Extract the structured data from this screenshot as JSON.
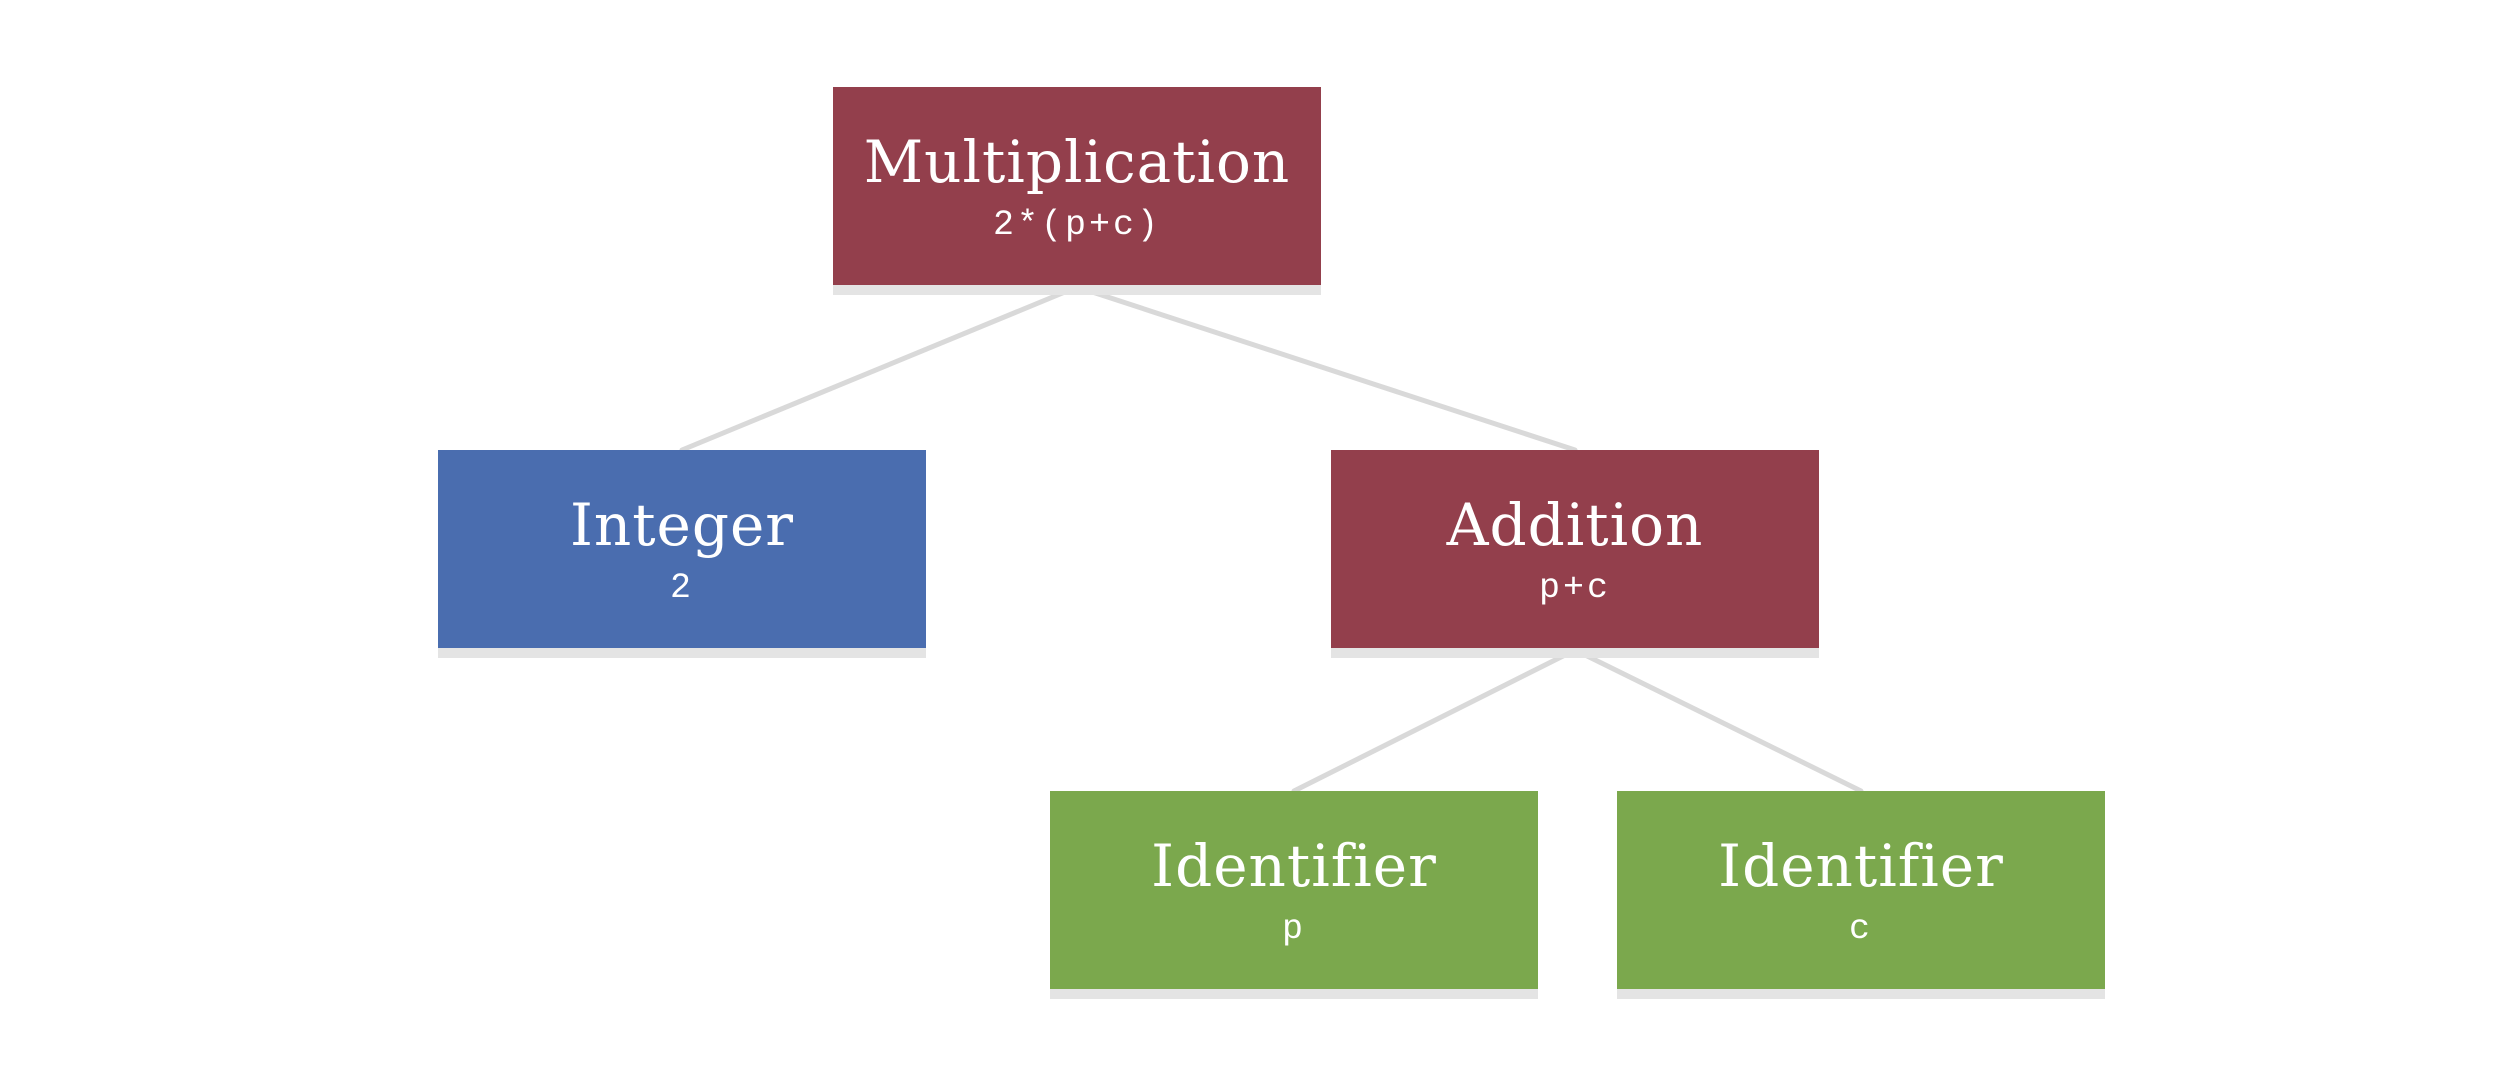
{
  "colors": {
    "binary_op": "#933f4c",
    "integer": "#4a6daf",
    "identifier": "#7ba84d",
    "edge": "#d9d9d9"
  },
  "nodes": {
    "multiplication": {
      "title": "Multiplication",
      "expr": "2*(p+c)"
    },
    "integer": {
      "title": "Integer",
      "expr": "2"
    },
    "addition": {
      "title": "Addition",
      "expr": "p+c"
    },
    "identifier_p": {
      "title": "Identifier",
      "expr": "p"
    },
    "identifier_c": {
      "title": "Identifier",
      "expr": "c"
    }
  }
}
